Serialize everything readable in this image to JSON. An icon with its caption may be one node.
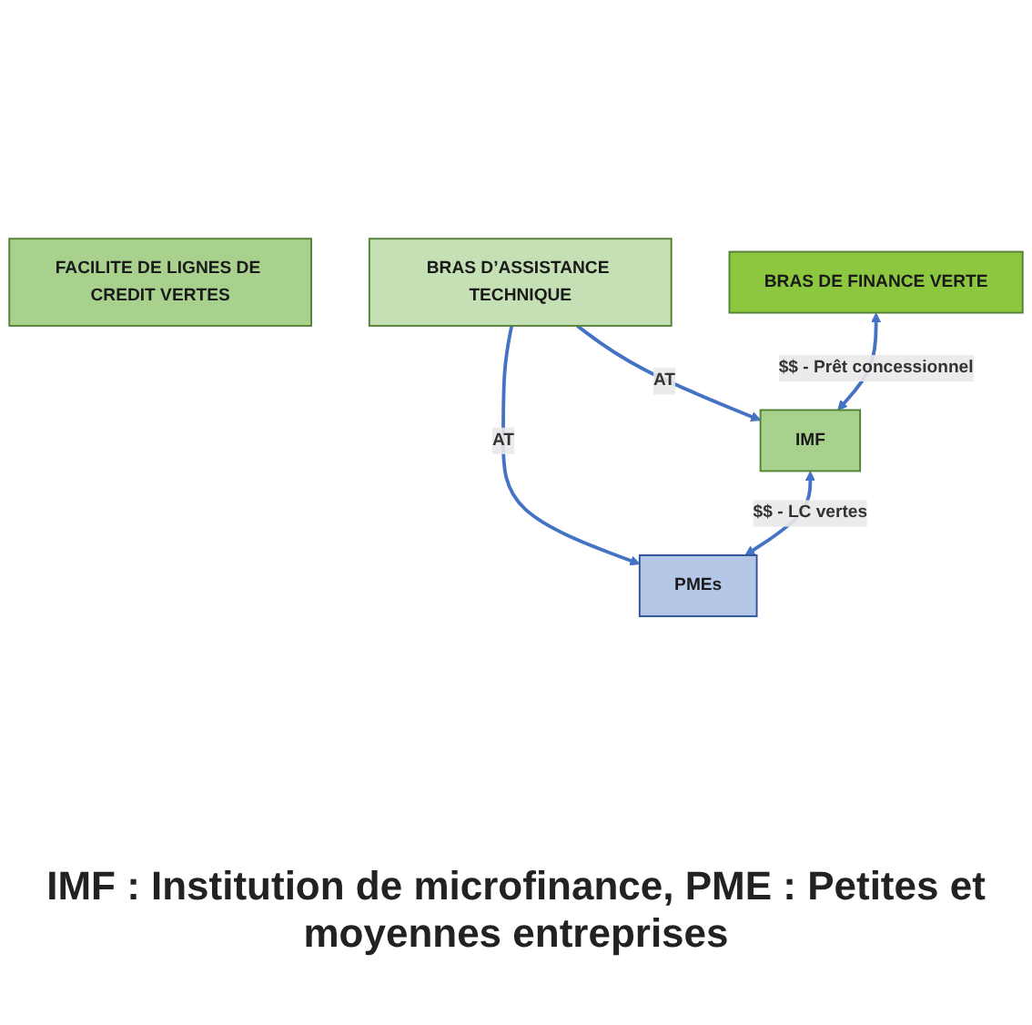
{
  "diagram": {
    "caption": "IMF : Institution de microfinance, PME : Petites et moyennes entreprises",
    "nodes": [
      {
        "text": [
          "FACILITE DE LIGNES DE CREDIT VERTES"
        ]
      },
      {
        "text": [
          "BRAS D’ASSISTANCE TECHNIQUE"
        ]
      },
      {
        "text": [
          "BRAS DE FINANCE VERTE"
        ]
      },
      {
        "text": [
          "IMF"
        ]
      },
      {
        "text": [
          "PMEs"
        ]
      }
    ],
    "edges": [
      {
        "from": 1,
        "to": 3,
        "arrow": "to",
        "label": "AT"
      },
      {
        "from": 1,
        "to": 4,
        "arrow": "to",
        "label": "AT"
      },
      {
        "from": 2,
        "to": 3,
        "arrow": "both",
        "label": "$$ - Prêt concessionnel"
      },
      {
        "from": 3,
        "to": 4,
        "arrow": "both",
        "label": "$$ - LC vertes"
      }
    ]
  }
}
